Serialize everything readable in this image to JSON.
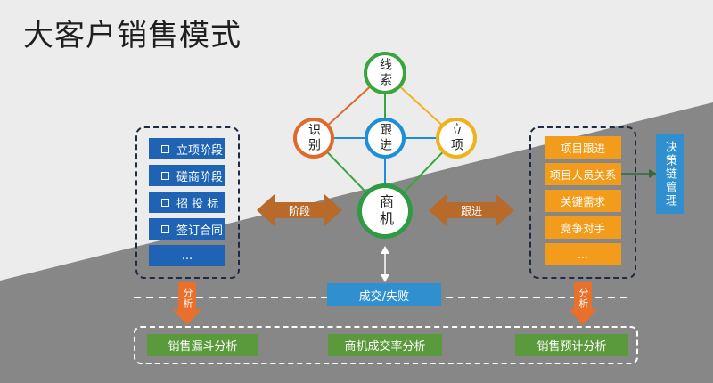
{
  "title": "大客户销售模式",
  "colors": {
    "bg_light": "#ececec",
    "bg_dark": "#888888",
    "blue": "#1f63b4",
    "orange": "#f39b1a",
    "green": "#5a9a3c",
    "teal": "#2f8fcf",
    "brown": "#b86a2a",
    "circle_green": "#3aa53d",
    "circle_red": "#e0692b",
    "circle_yellow": "#efb21b",
    "circle_blue": "#1e8ed6",
    "node_green": "#2e9a44"
  },
  "stages": [
    "立项阶段",
    "磋商阶段",
    "招 投 标",
    "签订合同",
    "..."
  ],
  "followups": [
    "项目跟进",
    "项目人员关系",
    "关键需求",
    "竞争对手",
    "..."
  ],
  "decision_chain": "决策链管理",
  "nodes": {
    "top": "线索",
    "left": "识别",
    "center": "跟进",
    "right": "立项",
    "bottom": "商机"
  },
  "arrow_left_label": "阶段",
  "arrow_right_label": "跟进",
  "result_label": "成交/失败",
  "analysis_label": "分析",
  "analyses": [
    "销售漏斗分析",
    "商机成交率分析",
    "销售预计分析"
  ]
}
